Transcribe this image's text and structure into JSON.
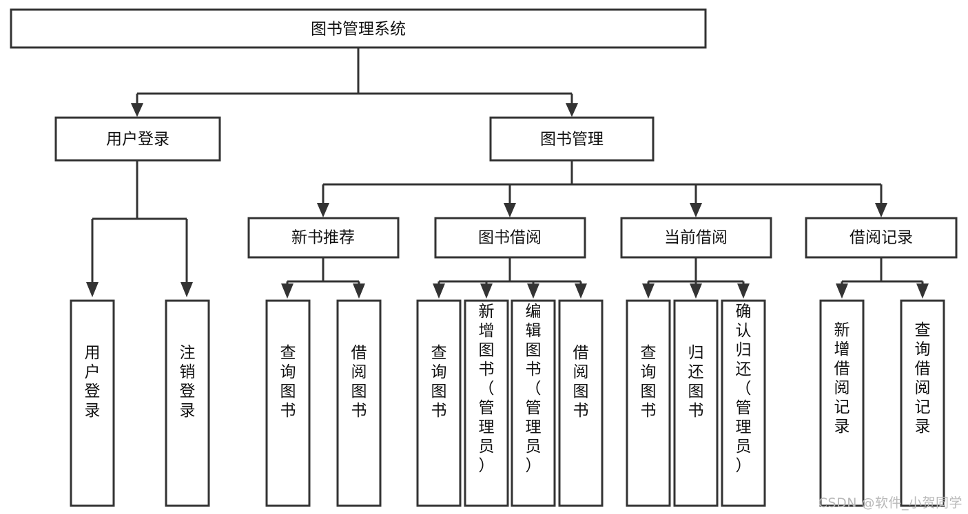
{
  "diagram": {
    "type": "tree-hierarchy",
    "title": "图书管理系统",
    "orientation": "top-down",
    "root": {
      "id": "root",
      "label": "图书管理系统"
    },
    "level2": [
      {
        "id": "user-login",
        "label": "用户登录"
      },
      {
        "id": "book-manage",
        "label": "图书管理"
      }
    ],
    "level3": [
      {
        "id": "new-book-recommend",
        "label": "新书推荐",
        "parent": "book-manage"
      },
      {
        "id": "book-borrow",
        "label": "图书借阅",
        "parent": "book-manage"
      },
      {
        "id": "current-borrow",
        "label": "当前借阅",
        "parent": "book-manage"
      },
      {
        "id": "borrow-record",
        "label": "借阅记录",
        "parent": "book-manage"
      }
    ],
    "leaves": {
      "user-login": [
        {
          "id": "leaf-user-login",
          "label": "用户登录"
        },
        {
          "id": "leaf-logout-login",
          "label": "注销登录"
        }
      ],
      "new-book-recommend": [
        {
          "id": "leaf-query-book-1",
          "label": "查询图书"
        },
        {
          "id": "leaf-borrow-book-1",
          "label": "借阅图书"
        }
      ],
      "book-borrow": [
        {
          "id": "leaf-query-book-2",
          "label": "查询图书"
        },
        {
          "id": "leaf-add-book",
          "label": "新增图书（管理员）"
        },
        {
          "id": "leaf-edit-book",
          "label": "编辑图书（管理员）"
        },
        {
          "id": "leaf-borrow-book-2",
          "label": "借阅图书"
        }
      ],
      "current-borrow": [
        {
          "id": "leaf-query-book-3",
          "label": "查询图书"
        },
        {
          "id": "leaf-return-book",
          "label": "归还图书"
        },
        {
          "id": "leaf-confirm-return",
          "label": "确认归还（管理员）"
        }
      ],
      "borrow-record": [
        {
          "id": "leaf-add-record",
          "label": "新增借阅记录"
        },
        {
          "id": "leaf-query-record",
          "label": "查询借阅记录"
        }
      ]
    }
  },
  "watermark": {
    "text": "CSDN @软件_小贺同学"
  },
  "colors": {
    "stroke": "#333333",
    "box_fill": "#ffffff",
    "text": "#111111",
    "watermark": "#b9b9b9",
    "background": "#ffffff"
  }
}
